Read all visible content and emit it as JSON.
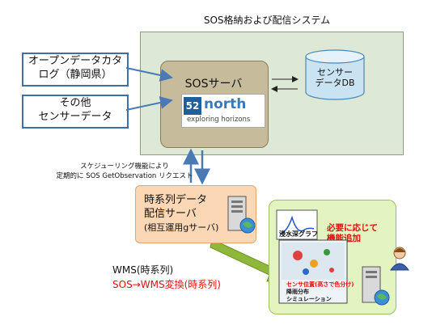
{
  "system": {
    "title": "SOS格納および配信システム"
  },
  "sources": [
    {
      "lines": [
        "オープンデータカタ",
        "ログ（静岡県）"
      ]
    },
    {
      "lines": [
        "その他",
        "センサーデータ"
      ]
    }
  ],
  "sos_server": {
    "title": "SOSサーバ",
    "logo_number": "52",
    "logo_word": "north",
    "logo_tagline": "exploring horizons"
  },
  "database": {
    "lines": [
      "センサー",
      "データDB"
    ]
  },
  "scheduling": {
    "lines": [
      "スケジューリング機能により",
      "定期的に SOS GetObservation リクエスト"
    ]
  },
  "timeseries_server": {
    "line1": "時系列データ",
    "line2": "配信サーバ",
    "line3": "(相互運用gサーバ)"
  },
  "wms": {
    "line1": "WMS(時系列)",
    "line2": "SOS→WMS変換(時系列)"
  },
  "client": {
    "note_lines": [
      "必要に応じて",
      "機能追加"
    ],
    "graph_label": "浸水深グラフ",
    "screen_red": "センサ位置(高さで色分け)",
    "screen_line2": "降雨分布",
    "screen_line3": "シミュレーション"
  },
  "colors": {
    "arrow_blue": "#4a7ab5",
    "green_arrow": "#8fb83a",
    "accent_red": "#e01010"
  }
}
